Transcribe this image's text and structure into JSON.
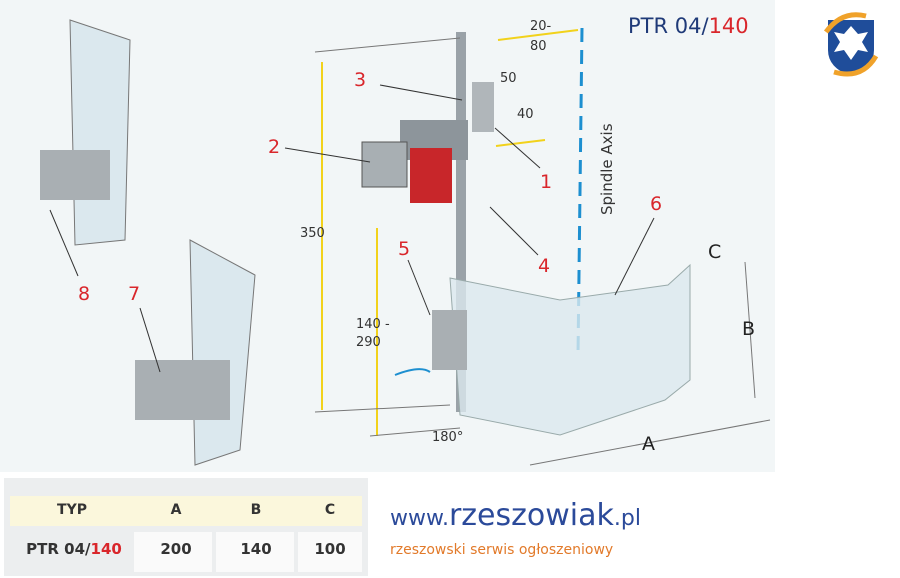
{
  "title": {
    "model": "PTR 04/",
    "size": "140"
  },
  "callouts": [
    "1",
    "2",
    "3",
    "4",
    "5",
    "6",
    "7",
    "8"
  ],
  "dimensions": {
    "offset_top": "20-",
    "offset_bottom": "80",
    "d50": "50",
    "d40": "40",
    "height": "350",
    "range_top": "140 -",
    "range_bottom": "290",
    "rotation": "180°",
    "a": "A",
    "b": "B",
    "c": "C",
    "axis": "Spindle Axis"
  },
  "table": {
    "headers": [
      "TYP",
      "A",
      "B",
      "C"
    ],
    "row": {
      "typ": "PTR 04/",
      "typ_red": "140",
      "a": "200",
      "b": "140",
      "c": "100"
    }
  },
  "watermark": {
    "www": "www.",
    "name": "rzeszowiak",
    "tld": ".pl",
    "tagline": "rzeszowski serwis ogłoszeniowy"
  },
  "colors": {
    "accent_red": "#d9262b",
    "title_blue": "#1f3a78",
    "dimension_yellow": "#f2d21b",
    "axis_blue": "#1d8fd0"
  }
}
